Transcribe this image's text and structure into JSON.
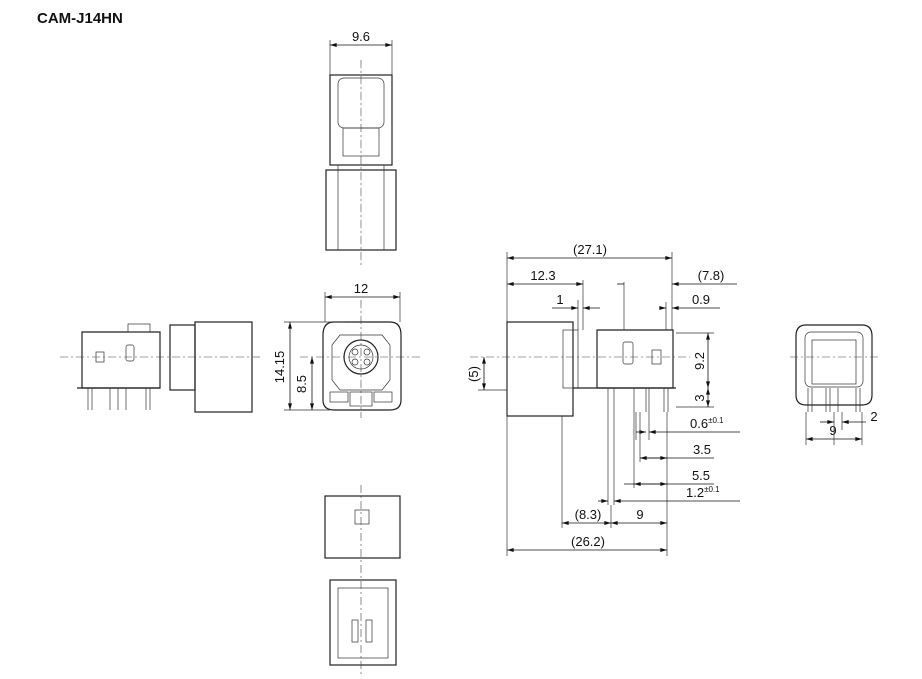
{
  "title": "CAM-J14HN",
  "views": {
    "top": {
      "width": "9.6"
    },
    "front": {
      "width": "12",
      "height": "14.15",
      "center_height": "8.5"
    },
    "side": {
      "overall": "(27.1)",
      "front_length": "12.3",
      "flange": "1",
      "rear_length": "(7.8)",
      "rear_offset": "0.9",
      "body_height": "9.2",
      "standoff": "3",
      "center_offset": "(5)",
      "pin_width": "0.6",
      "pin_width_tol": "±0.1",
      "pin_pitch_a": "3.5",
      "pin_pitch_b": "5.5",
      "peg_width": "1.2",
      "peg_width_tol": "±0.1",
      "peg_offset": "(8.3)",
      "peg_pitch": "9",
      "bottom_length": "(26.2)"
    },
    "end": {
      "peg_pitch": "9",
      "pin_offset": "2"
    }
  }
}
